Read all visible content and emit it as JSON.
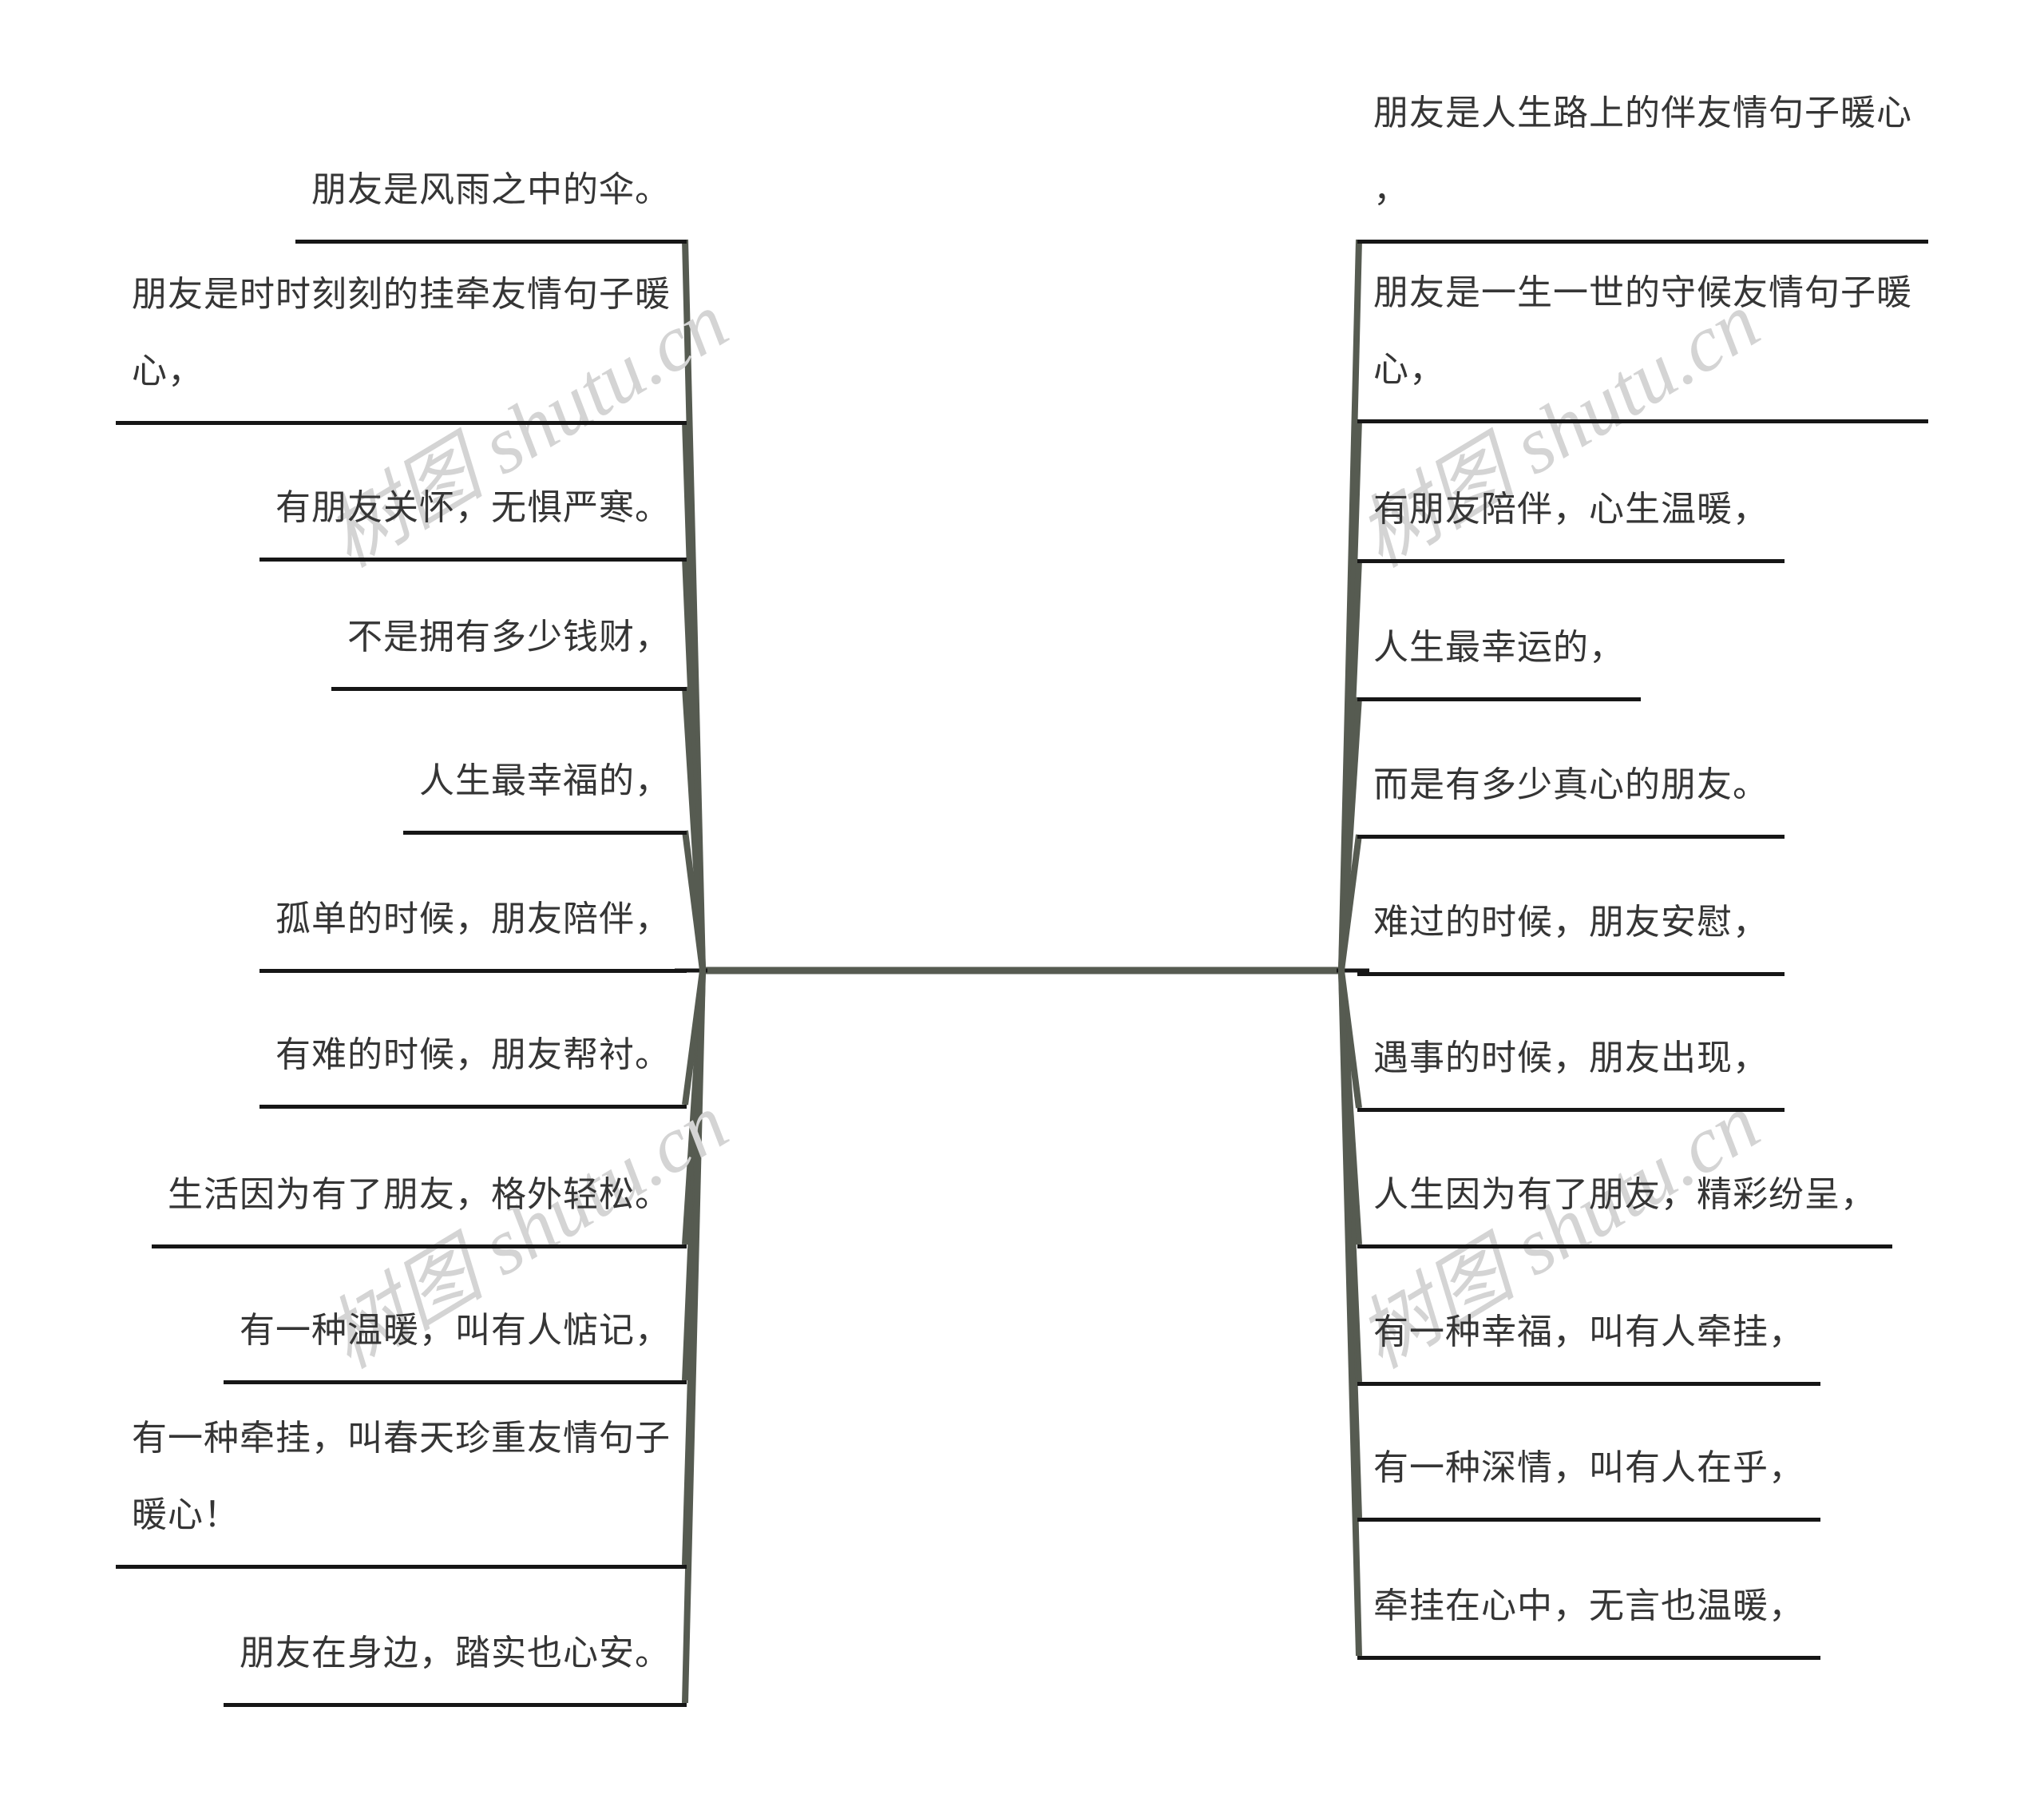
{
  "watermark": {
    "text": "树图 shutu.cn",
    "color": "#d4d4d4"
  },
  "colors": {
    "background": "#ffffff",
    "branch_connector": "#565b51",
    "node_underline": "#161616",
    "node_text": "#353535",
    "watermark_gray": "#d4d4d4"
  },
  "left_nodes": [
    {
      "lines": [
        "朋友是风雨之中的伞。"
      ]
    },
    {
      "lines": [
        "朋友是时时刻刻的挂牵友情句子暖",
        "心，"
      ]
    },
    {
      "lines": [
        "有朋友关怀，无惧严寒。"
      ]
    },
    {
      "lines": [
        "不是拥有多少钱财，"
      ]
    },
    {
      "lines": [
        "人生最幸福的，"
      ]
    },
    {
      "lines": [
        "孤单的时候，朋友陪伴，"
      ]
    },
    {
      "lines": [
        "有难的时候，朋友帮衬。"
      ]
    },
    {
      "lines": [
        "生活因为有了朋友，格外轻松。"
      ]
    },
    {
      "lines": [
        "有一种温暖，叫有人惦记，"
      ]
    },
    {
      "lines": [
        "有一种牵挂，叫春天珍重友情句子",
        "暖心！"
      ]
    },
    {
      "lines": [
        "朋友在身边，踏实也心安。"
      ]
    }
  ],
  "right_nodes": [
    {
      "lines": [
        "朋友是人生路上的伴友情句子暖心",
        "，"
      ]
    },
    {
      "lines": [
        "朋友是一生一世的守候友情句子暖",
        "心，"
      ]
    },
    {
      "lines": [
        "有朋友陪伴，心生温暖，"
      ]
    },
    {
      "lines": [
        "人生最幸运的，"
      ]
    },
    {
      "lines": [
        "而是有多少真心的朋友。"
      ]
    },
    {
      "lines": [
        "难过的时候，朋友安慰，"
      ]
    },
    {
      "lines": [
        "遇事的时候，朋友出现，"
      ]
    },
    {
      "lines": [
        "人生因为有了朋友，精彩纷呈，"
      ]
    },
    {
      "lines": [
        "有一种幸福，叫有人牵挂，"
      ]
    },
    {
      "lines": [
        "有一种深情，叫有人在乎，"
      ]
    },
    {
      "lines": [
        "牵挂在心中，无言也温暖，"
      ]
    }
  ]
}
